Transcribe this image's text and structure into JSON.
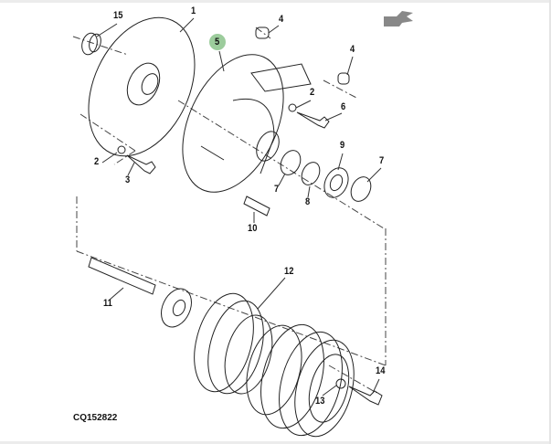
{
  "diagram": {
    "figure_code": "CQ152822",
    "highlighted_callout": "5",
    "highlight_color": "#9ccc9c",
    "callouts": [
      {
        "id": "c15",
        "text": "15"
      },
      {
        "id": "c1",
        "text": "1"
      },
      {
        "id": "c5",
        "text": "5"
      },
      {
        "id": "c4a",
        "text": "4"
      },
      {
        "id": "c4b",
        "text": "4"
      },
      {
        "id": "c2a",
        "text": "2"
      },
      {
        "id": "c6",
        "text": "6"
      },
      {
        "id": "c2b",
        "text": "2"
      },
      {
        "id": "c3",
        "text": "3"
      },
      {
        "id": "c9",
        "text": "9"
      },
      {
        "id": "c7a",
        "text": "7"
      },
      {
        "id": "c7b",
        "text": "7"
      },
      {
        "id": "c8",
        "text": "8"
      },
      {
        "id": "c10",
        "text": "10"
      },
      {
        "id": "c12",
        "text": "12"
      },
      {
        "id": "c11",
        "text": "11"
      },
      {
        "id": "c14",
        "text": "14"
      },
      {
        "id": "c13",
        "text": "13"
      }
    ]
  }
}
